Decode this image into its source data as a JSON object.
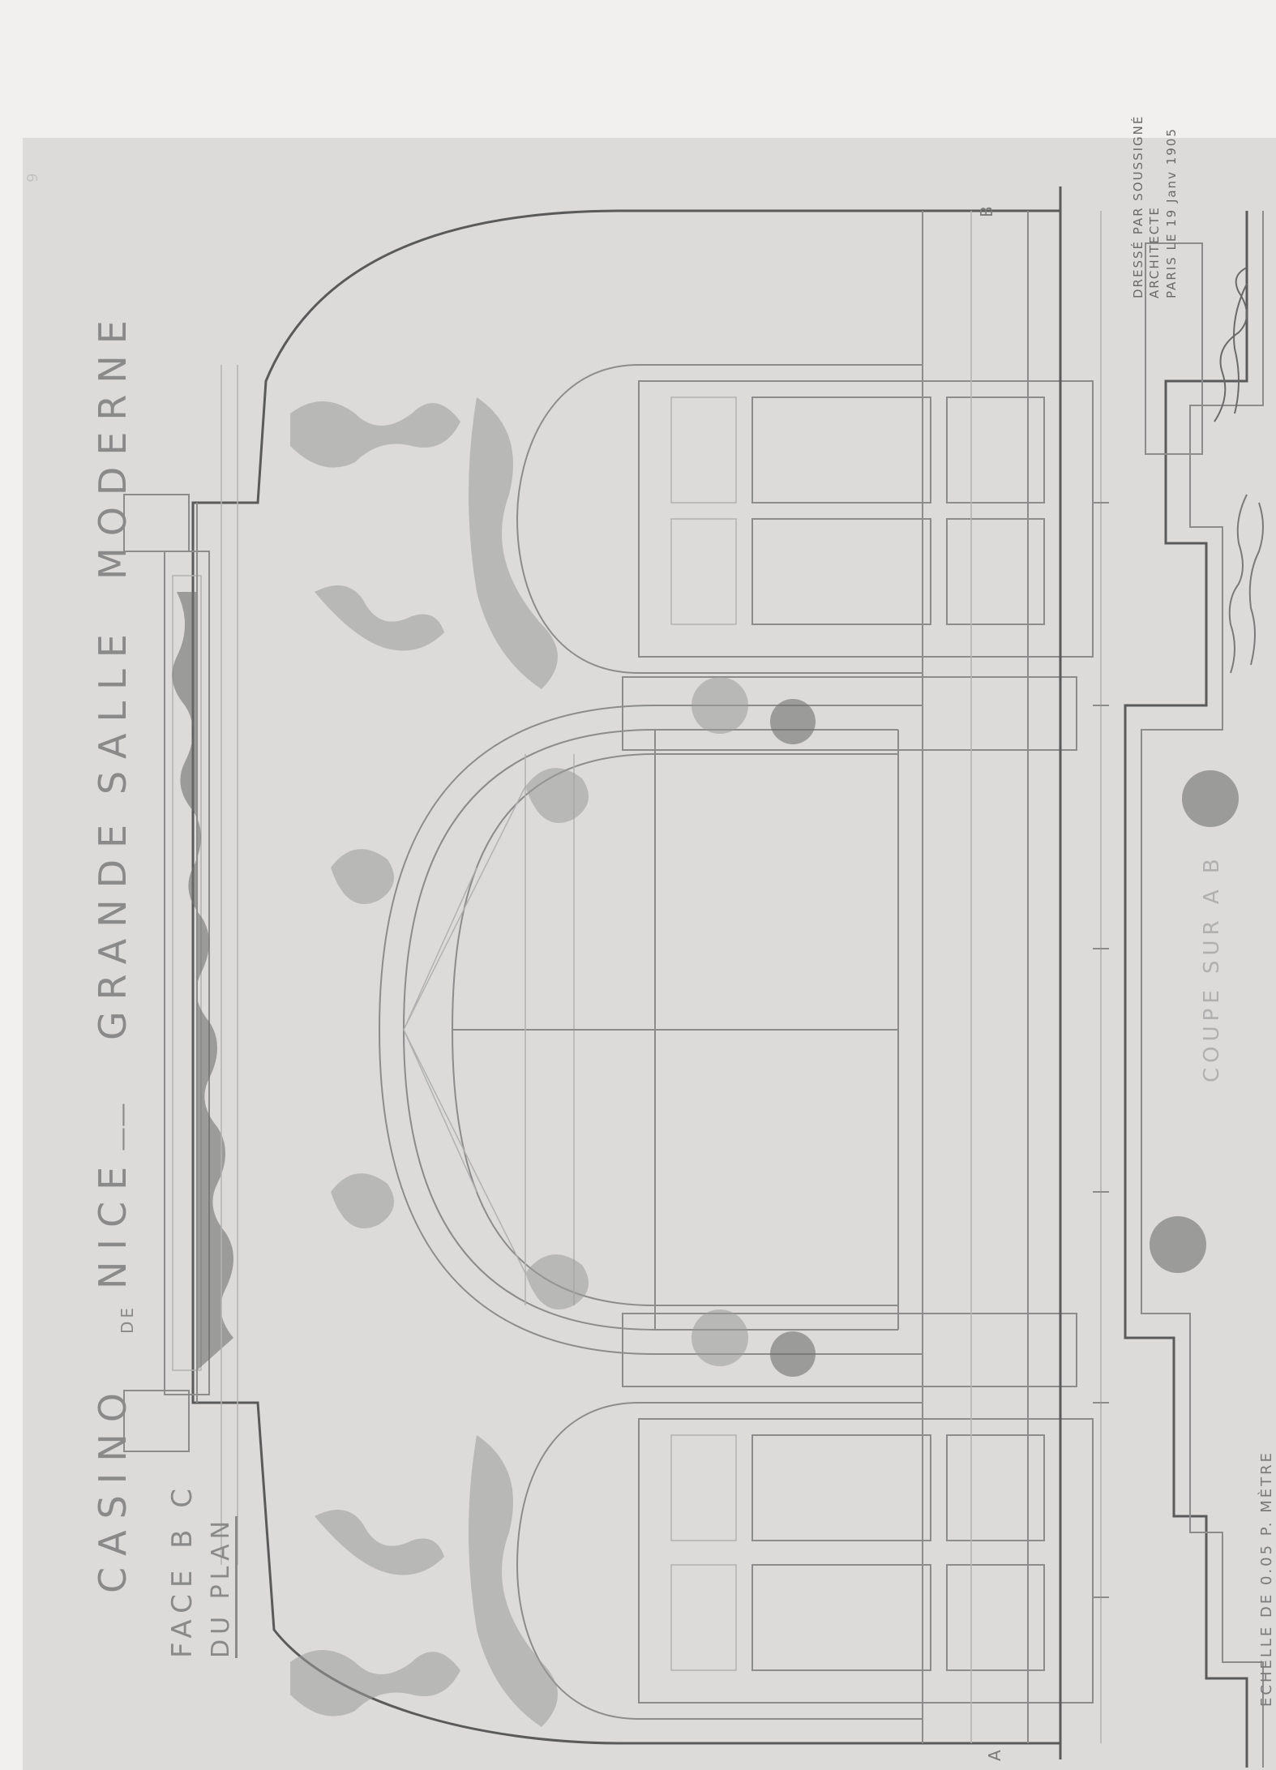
{
  "document": {
    "title": {
      "casino": "CASINO",
      "de": "DE",
      "nice": "NICE",
      "dash": "——",
      "grande": "GRANDE",
      "salle": "SALLE",
      "moderne": "MODERNE"
    },
    "view_label": "FACE B C",
    "view_sublabel": "DU PLAN",
    "section_label": "COUPE SUR A B",
    "scale_note": "ECHELLE DE 0.05 P. MÈTRE",
    "stamp": {
      "line1": "DRESSÉ PAR SOUSSIGNÉ",
      "line2": "ARCHITECTE",
      "line3": "PARIS LE 19 Janv 1905"
    },
    "markers": {
      "a": "A",
      "b": "B"
    },
    "sheet_number": "9"
  },
  "colors": {
    "paper": "#f1f0ee",
    "sheet": "#dcdbd9",
    "ink": "#8c8c8c",
    "ink_dark": "#5a5a5a"
  }
}
